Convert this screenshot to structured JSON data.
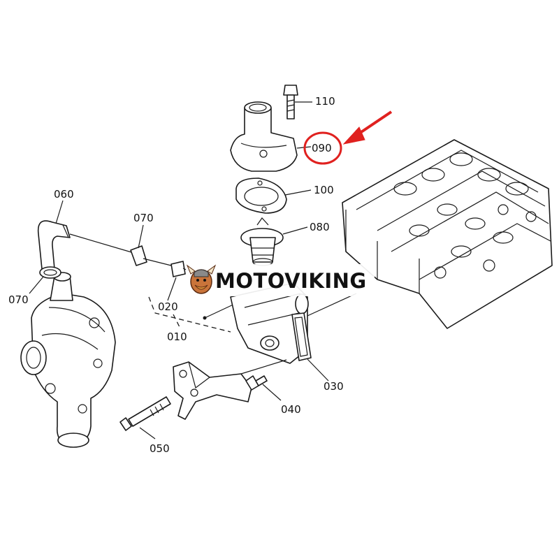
{
  "labels": {
    "p110": "110",
    "p090": "090",
    "p100": "100",
    "p080": "080",
    "p060": "060",
    "p070a": "070",
    "p070b": "070",
    "p020": "020",
    "p010": "010",
    "p030": "030",
    "p040": "040",
    "p050": "050"
  },
  "watermark": {
    "text": "MOTOVIKING",
    "icon": "viking-mascot-icon"
  },
  "highlight": {
    "part": "090",
    "color": "#e0211f"
  }
}
